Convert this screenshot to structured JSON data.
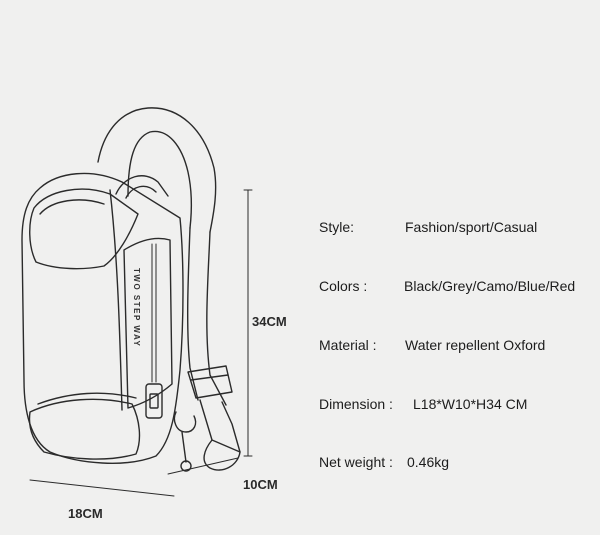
{
  "dimensions": {
    "height": "34CM",
    "depth": "10CM",
    "width": "18CM"
  },
  "brand_text": "TWO STEP WAY",
  "specs": {
    "style": {
      "label": "Style:",
      "value": "Fashion/sport/Casual"
    },
    "colors": {
      "label": "Colors :",
      "value": "Black/Grey/Camo/Blue/Red"
    },
    "material": {
      "label": "Material :",
      "value": "Water repellent Oxford"
    },
    "dimension": {
      "label": "Dimension :",
      "value": "L18*W10*H34 CM"
    },
    "weight": {
      "label": "Net weight :",
      "value": "0.46kg"
    }
  },
  "colors": {
    "background": "#f0f0ef",
    "line": "#2b2b2b",
    "text": "#1c1c1c"
  }
}
